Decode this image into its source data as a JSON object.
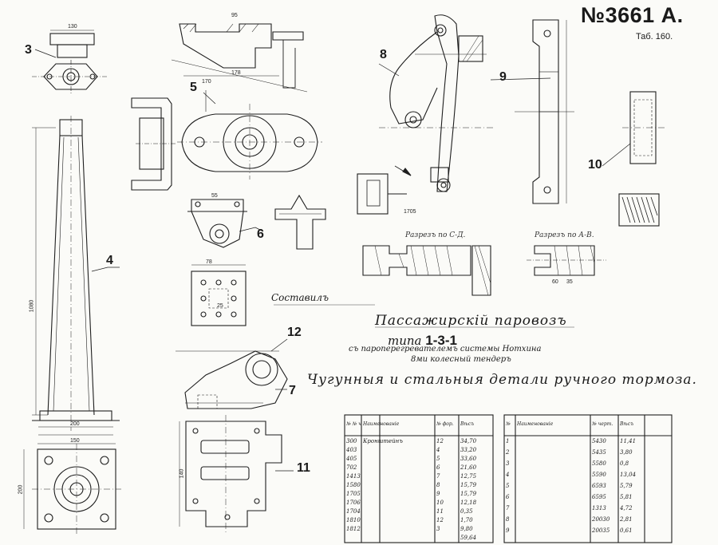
{
  "header": {
    "sheet_number": "№3661 А.",
    "table_number": "Таб. 160."
  },
  "part_numbers": {
    "p3": "3",
    "p4": "4",
    "p5": "5",
    "p6": "6",
    "p7": "7",
    "p8": "8",
    "p9": "9",
    "p10": "10",
    "p11": "11",
    "p12": "12"
  },
  "title_block": {
    "line1": "Пассажирскій паровозъ",
    "line2_prefix": "типа ",
    "line2_type": "1-3-1",
    "line3": "съ пароперегревателемъ системы Нотхина",
    "line4": "8ми колесный тендеръ",
    "line5": "Чугунныя и стальныя детали ручного тормоза."
  },
  "signature": "Составилъ",
  "section_labels": {
    "cd": "Разрезъ по С-Д.",
    "ab": "Разрезъ по А-В."
  },
  "dimensions": {
    "d130": "130",
    "d1080": "1080",
    "d200": "200",
    "d170": "170",
    "d178": "178",
    "d95": "95",
    "d55": "55",
    "d78": "78",
    "d25": "25",
    "d150": "150",
    "d200b": "200",
    "d35": "35",
    "d60": "60",
    "d1605": "1705",
    "d140": "140"
  },
  "table_left": {
    "headers": [
      "№ № черт.",
      "Наименованіе",
      "№ фор.",
      "Вѣсъ"
    ],
    "rows": [
      [
        "300",
        "Кронштейнъ",
        "12",
        "34,70"
      ],
      [
        "403",
        "",
        "4",
        "33,20"
      ],
      [
        "405",
        "",
        "5",
        "33,60"
      ],
      [
        "702",
        "",
        "6",
        "21,60"
      ],
      [
        "1413",
        "",
        "7",
        "12,75"
      ],
      [
        "1580",
        "",
        "8",
        "15,79"
      ],
      [
        "1705",
        "",
        "9",
        "15,79"
      ],
      [
        "1706",
        "",
        "10",
        "12,18"
      ],
      [
        "1704",
        "",
        "11",
        "0,35"
      ],
      [
        "1810",
        "",
        "12",
        "1,70"
      ],
      [
        "1812",
        "",
        "3",
        "9,80"
      ],
      [
        "",
        "",
        "",
        "59,64"
      ]
    ]
  },
  "table_right": {
    "headers": [
      "№",
      "Наименованіе",
      "№ черт.",
      "Вѣсъ"
    ],
    "rows": [
      [
        "1",
        "",
        "5430",
        "11,41"
      ],
      [
        "2",
        "",
        "5435",
        "3,80"
      ],
      [
        "3",
        "",
        "5580",
        "0,8"
      ],
      [
        "4",
        "",
        "5590",
        "13,04"
      ],
      [
        "5",
        "",
        "6593",
        "5,79"
      ],
      [
        "6",
        "",
        "6595",
        "5,81"
      ],
      [
        "7",
        "",
        "1313",
        "4,72"
      ],
      [
        "8",
        "",
        "20030",
        "2,81"
      ],
      [
        "9",
        "",
        "20035",
        "0,61"
      ]
    ]
  }
}
